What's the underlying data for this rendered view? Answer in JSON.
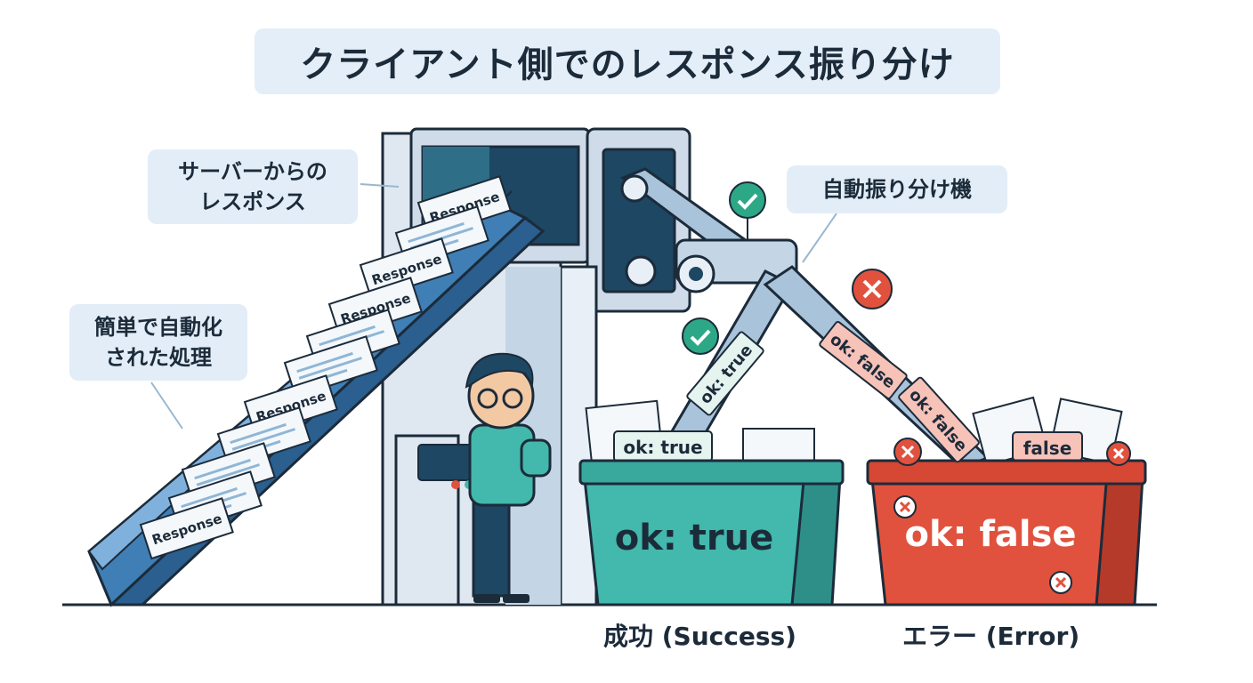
{
  "title": "クライアント側でのレスポンス振り分け",
  "callouts": {
    "server_response": [
      "サーバーからの",
      "レスポンス"
    ],
    "automated": [
      "簡単で自動化",
      "された処理"
    ],
    "sorter": "自動振り分け機"
  },
  "response_card_label": "Response",
  "tags": {
    "ok_true": "ok: true",
    "ok_false": "ok: false",
    "false": "false"
  },
  "bins": {
    "success_label": "ok: true",
    "error_label": "ok: false"
  },
  "captions": {
    "success": "成功 (Success)",
    "error": "エラー (Error)"
  },
  "colors": {
    "conveyor": "#3f7fb5",
    "machine": "#dfe8f1",
    "success_bin": "#43b8ac",
    "error_bin": "#e0523e",
    "check": "#2da887",
    "cross": "#e0523e"
  }
}
